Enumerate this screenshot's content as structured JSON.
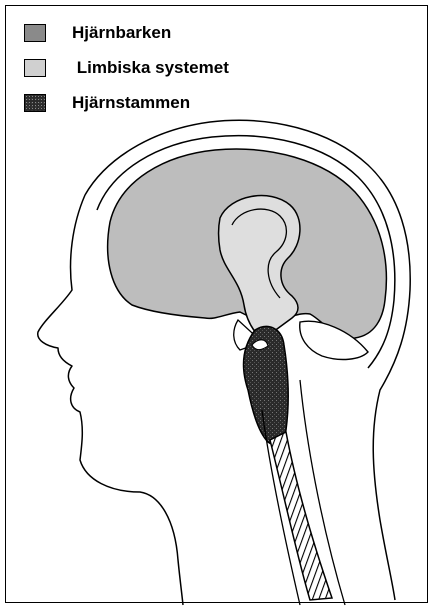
{
  "legend": {
    "items": [
      {
        "label": "Hjärnbarken",
        "color": "#8a8a8a",
        "pattern": "solid"
      },
      {
        "label": " Limbiska systemet",
        "color": "#d0d0d0",
        "pattern": "solid"
      },
      {
        "label": "Hjärnstammen",
        "color": "#2a2a2a",
        "pattern": "stipple"
      }
    ]
  },
  "colors": {
    "cortex": "#bdbdbd",
    "limbic": "#dedede",
    "brainstem": "#141414",
    "outline": "#000000",
    "background": "#ffffff"
  }
}
